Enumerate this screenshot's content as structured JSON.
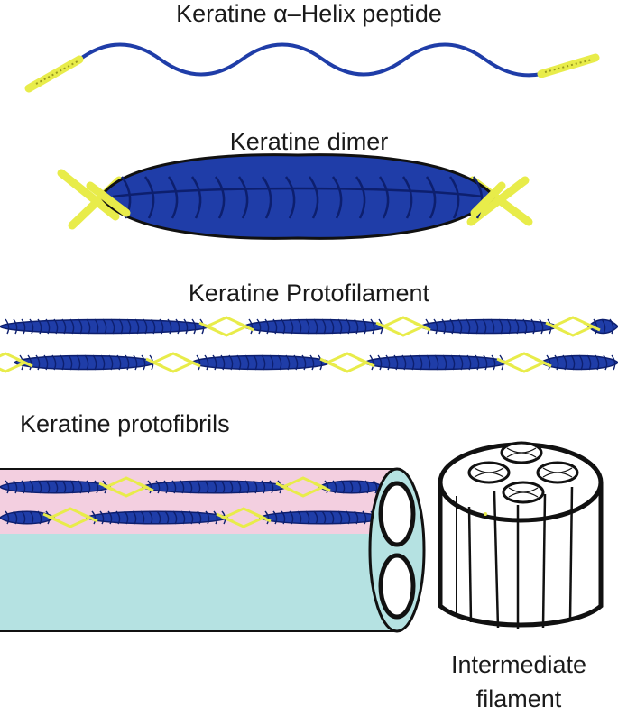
{
  "labels": {
    "peptide": "Keratine α–Helix peptide",
    "dimer": "Keratine dimer",
    "protofilament": "Keratine Protofilament",
    "protofibrils": "Keratine protofibrils",
    "intermediate_line1": "Intermediate",
    "intermediate_line2": "filament"
  },
  "colors": {
    "helix_blue": "#1f3da8",
    "helix_dark": "#0d1f6e",
    "terminal_yellow": "#e8ec4a",
    "fibril_pink": "#f3cfe0",
    "fibril_teal": "#b5e2e2",
    "outline": "#111111"
  }
}
